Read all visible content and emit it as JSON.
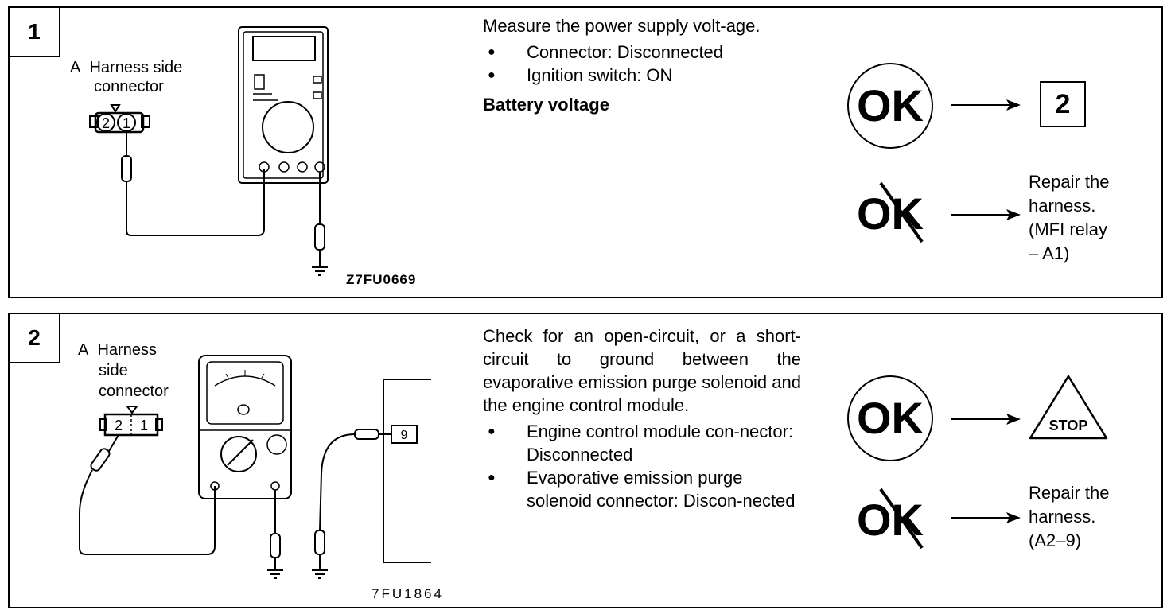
{
  "steps": [
    {
      "number": "1",
      "figure": {
        "caption_letter": "A",
        "caption_line1": "Harness side",
        "caption_line2": "connector",
        "pin_left": "2",
        "pin_right": "1",
        "code": "Z7FU0669"
      },
      "instruction": "Measure the power supply volt-age.",
      "conditions": [
        "Connector: Disconnected",
        "Ignition switch: ON"
      ],
      "spec": "Battery voltage",
      "ok_result": "2",
      "ng_result_lines": [
        "Repair the",
        "harness.",
        "(MFI relay",
        "– A1)"
      ]
    },
    {
      "number": "2",
      "figure": {
        "caption_letter": "A",
        "caption_line1": "Harness",
        "caption_line2": "side",
        "caption_line3": "connector",
        "pin_left": "2",
        "pin_right": "1",
        "terminal": "9",
        "code": "7FU1864"
      },
      "instruction": "Check for an open-circuit, or a short-circuit to ground between the evaporative emission purge solenoid and the engine control module.",
      "conditions": [
        "Engine control module con-nector: Disconnected",
        "Evaporative emission purge solenoid connector: Discon-nected"
      ],
      "ok_result": "STOP",
      "ng_result_lines": [
        "Repair the",
        "harness.",
        "(A2–9)"
      ]
    }
  ],
  "icons": {
    "ok": "OK",
    "ok_label": "ok-circle-icon",
    "ng_label": "ng-crossed-ok-icon",
    "arrow": "right-arrow-icon"
  }
}
